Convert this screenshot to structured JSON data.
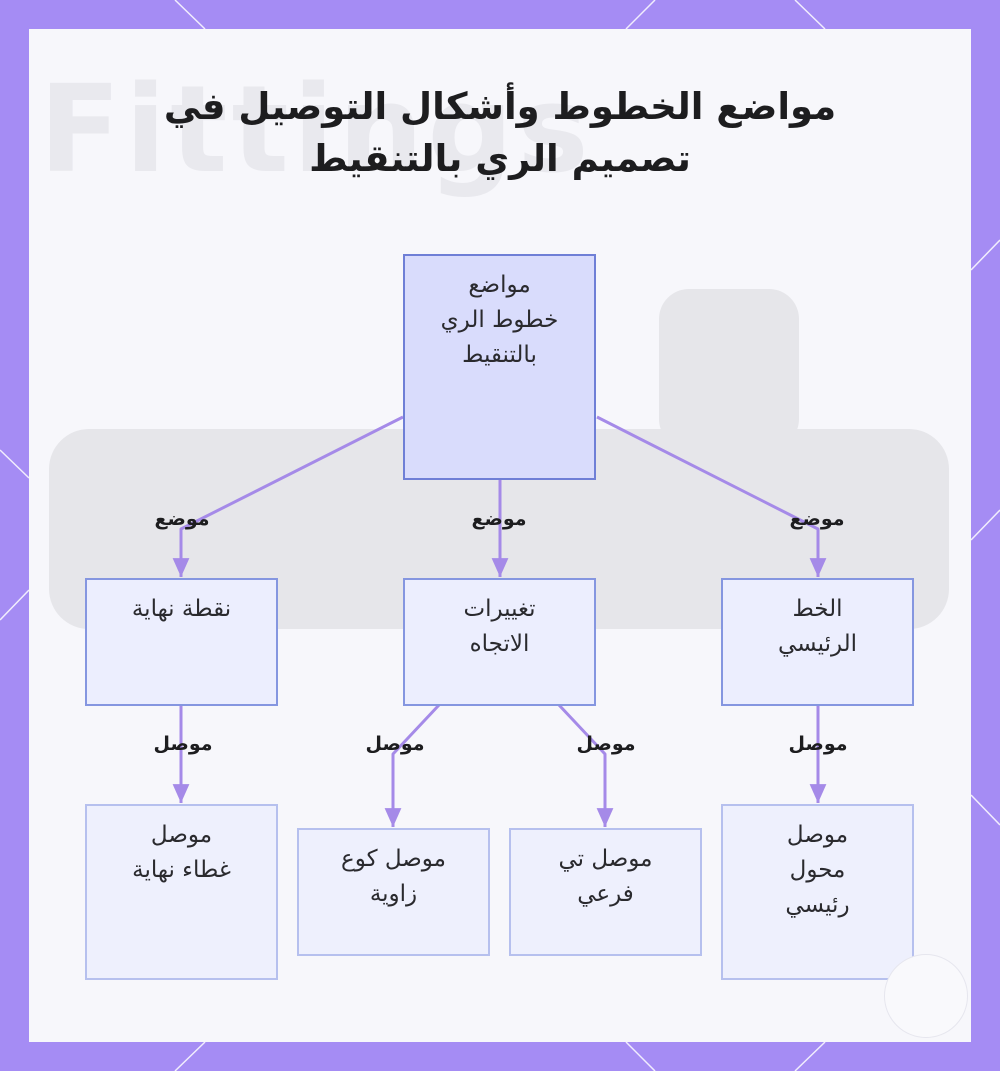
{
  "title": {
    "line1": "مواضع الخطوط وأشكال التوصيل في",
    "line2": "تصميم الري بالتنقيط"
  },
  "background_watermark": "Fittings",
  "diagram": {
    "root": {
      "lines": [
        "مواضع",
        "خطوط الري",
        "بالتنقيط"
      ]
    },
    "branches": [
      {
        "edge_label": "موضع",
        "node": {
          "lines": [
            "نقطة نهاية"
          ]
        }
      },
      {
        "edge_label": "موضع",
        "node": {
          "lines": [
            "تغييرات",
            "الاتجاه"
          ]
        }
      },
      {
        "edge_label": "موضع",
        "node": {
          "lines": [
            "الخط",
            "الرئيسي"
          ]
        }
      }
    ],
    "leaves": [
      {
        "edge_label": "موصل",
        "node": {
          "lines": [
            "موصل",
            "غطاء نهاية"
          ]
        }
      },
      {
        "edge_label": "موصل",
        "node": {
          "lines": [
            "موصل كوع",
            "زاوية"
          ]
        }
      },
      {
        "edge_label": "موصل",
        "node": {
          "lines": [
            "موصل تي",
            "فرعي"
          ]
        }
      },
      {
        "edge_label": "موصل",
        "node": {
          "lines": [
            "موصل",
            "محول",
            "رئيسي"
          ]
        }
      }
    ]
  },
  "colors": {
    "frame": "#a58cf4",
    "edge": "#a58ae8",
    "node_border": "#8596e0",
    "root_fill": "#d9dcfc"
  }
}
